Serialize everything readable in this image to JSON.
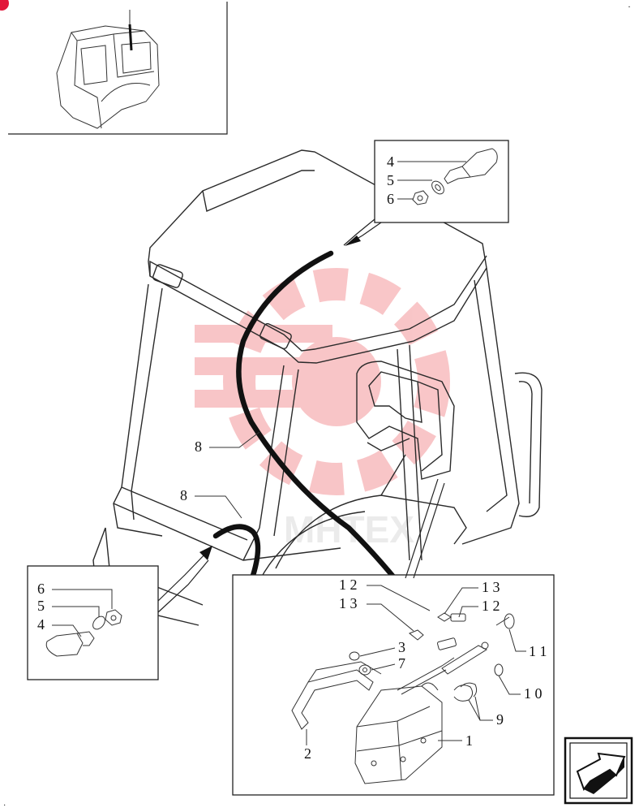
{
  "diagram": {
    "callouts": {
      "inset_top": [
        "4",
        "5",
        "6"
      ],
      "inset_left": [
        "6",
        "5",
        "4"
      ],
      "hose_upper": "8",
      "hose_lower": "8",
      "fittings": [
        "1 2",
        "1 3",
        "1 3",
        "1 2",
        "1 1",
        "1 0"
      ],
      "washer_nut": [
        "3",
        "7"
      ],
      "clamps": "9",
      "tank": "1",
      "bracket": "2"
    },
    "watermark": "MHTEX",
    "nav_icon": "next-page-arrow-icon"
  }
}
